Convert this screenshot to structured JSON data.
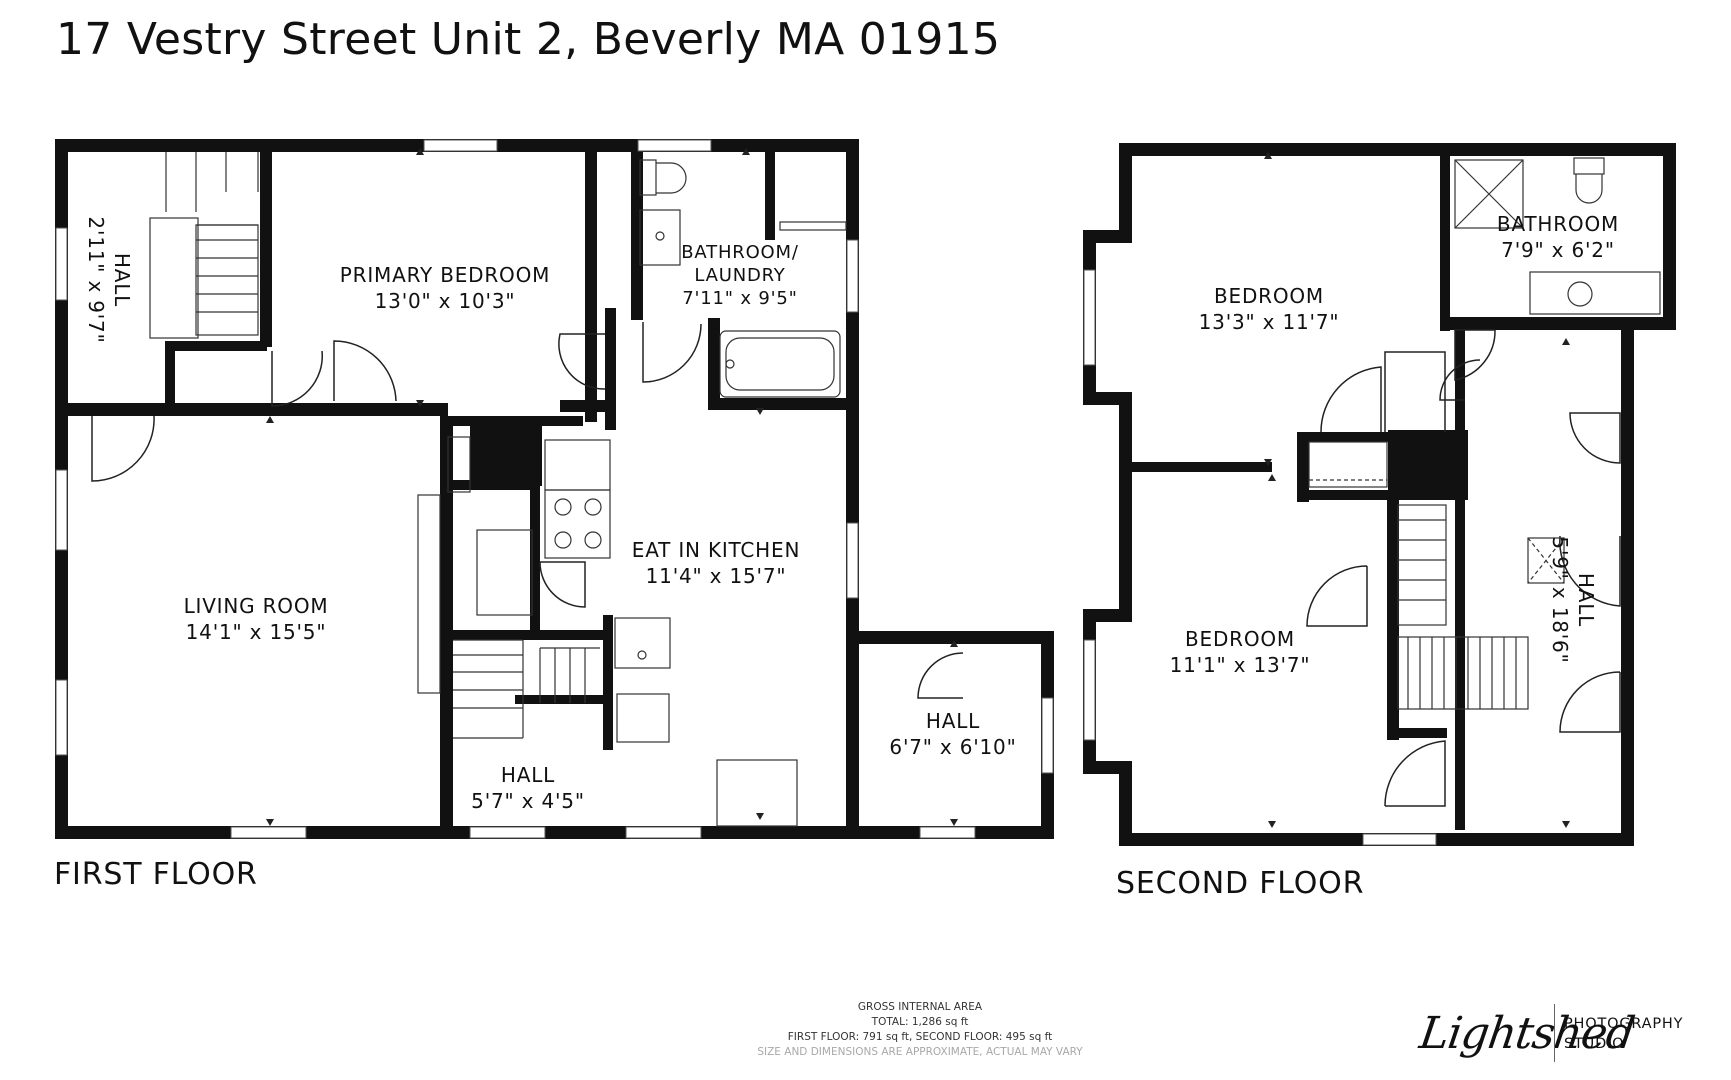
{
  "title": "17 Vestry Street Unit 2, Beverly MA 01915",
  "first_floor": {
    "label": "FIRST FLOOR",
    "rooms": [
      {
        "name": "PRIMARY BEDROOM",
        "size": "13'0\" x 10'3\""
      },
      {
        "name": "BATHROOM/",
        "name2": "LAUNDRY",
        "size": "7'11\" x 9'5\""
      },
      {
        "name": "HALL",
        "size": "2'11\" x 9'7\""
      },
      {
        "name": "LIVING ROOM",
        "size": "14'1\" x 15'5\""
      },
      {
        "name": "EAT IN KITCHEN",
        "size": "11'4\" x 15'7\""
      },
      {
        "name": "HALL",
        "size": "5'7\" x 4'5\""
      },
      {
        "name": "HALL",
        "size": "6'7\" x 6'10\""
      }
    ]
  },
  "second_floor": {
    "label": "SECOND FLOOR",
    "rooms": [
      {
        "name": "BEDROOM",
        "size": "13'3\" x 11'7\""
      },
      {
        "name": "BATHROOM",
        "size": "7'9\" x 6'2\""
      },
      {
        "name": "BEDROOM",
        "size": "11'1\" x 13'7\""
      },
      {
        "name": "HALL",
        "size": "5'9\" x 18'6\""
      }
    ]
  },
  "area": {
    "heading": "GROSS INTERNAL AREA",
    "total": "TOTAL: 1,286 sq ft",
    "floors": "FIRST FLOOR: 791 sq ft, SECOND FLOOR: 495 sq ft",
    "disclaimer": "SIZE AND DIMENSIONS ARE APPROXIMATE, ACTUAL MAY VARY"
  },
  "logo": {
    "script": "Lightshed",
    "line1": "PHOTOGRAPHY",
    "line2": "STUDIO"
  }
}
